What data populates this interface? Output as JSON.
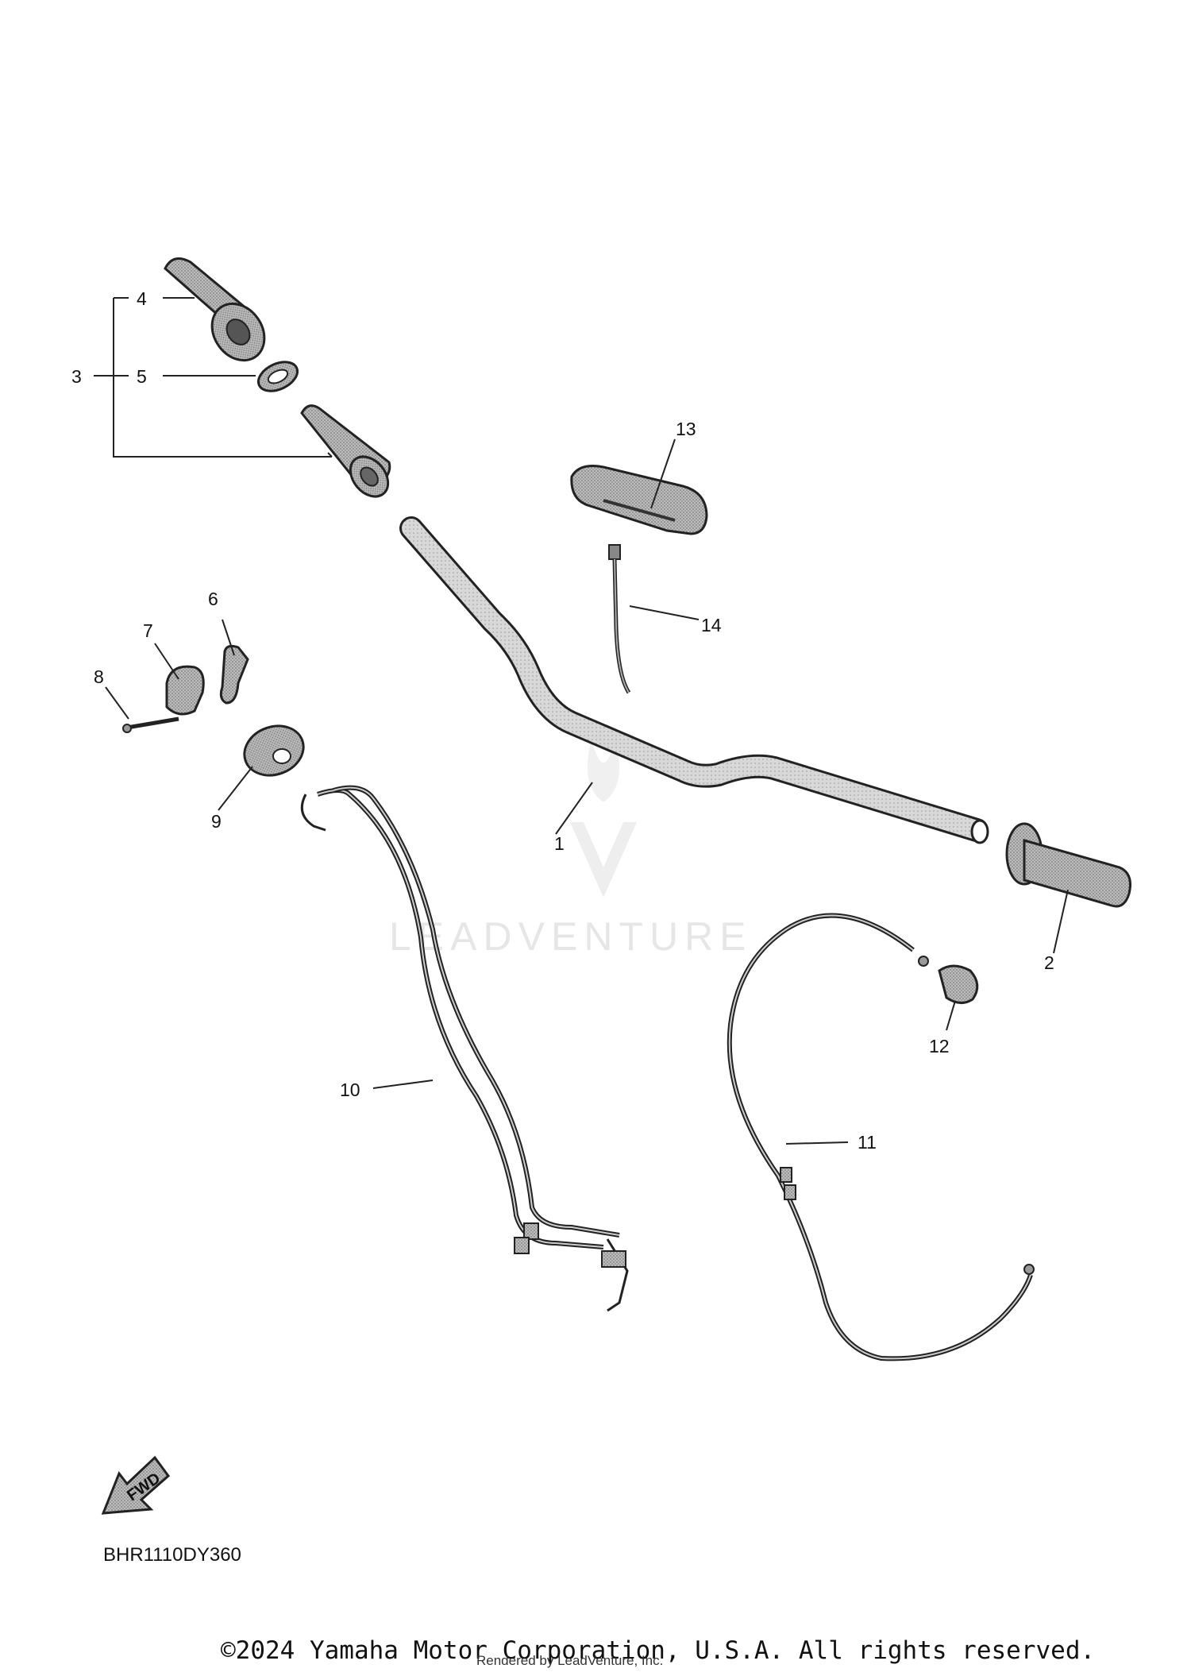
{
  "watermark": {
    "brand": "LEADVENTURE"
  },
  "callouts": {
    "c1": "1",
    "c2": "2",
    "c3": "3",
    "c4": "4",
    "c5": "5",
    "c6": "6",
    "c7": "7",
    "c8": "8",
    "c9": "9",
    "c10": "10",
    "c11": "11",
    "c12": "12",
    "c13": "13",
    "c14": "14"
  },
  "direction_label": "FWD",
  "diagram_code": "BHR1110DY360",
  "copyright": "©2024 Yamaha Motor Corporation, U.S.A. All rights reserved.",
  "rendered_by": "Rendered by LeadVenture, Inc."
}
